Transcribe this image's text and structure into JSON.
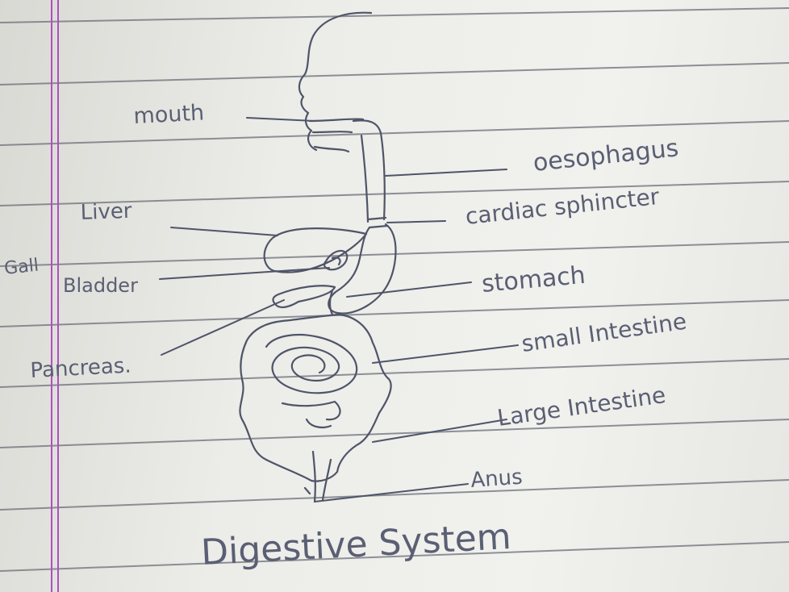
{
  "diagram": {
    "title": "Digestive System",
    "labels": {
      "mouth": "mouth",
      "oesophagus": "oesophagus",
      "cardiac_sphincter": "cardiac sphincter",
      "liver": "Liver",
      "gall": "Gall",
      "bladder": "Bladder",
      "stomach": "stomach",
      "pancreas": "Pancreas.",
      "small_intestine": "small Intestine",
      "large_intestine": "Large Intestine",
      "anus": "Anus"
    }
  },
  "colors": {
    "ink": "#4f5468",
    "ruled_line": "#6b6f78",
    "margin_line": "#b04fc0",
    "paper": "#ecece8"
  }
}
